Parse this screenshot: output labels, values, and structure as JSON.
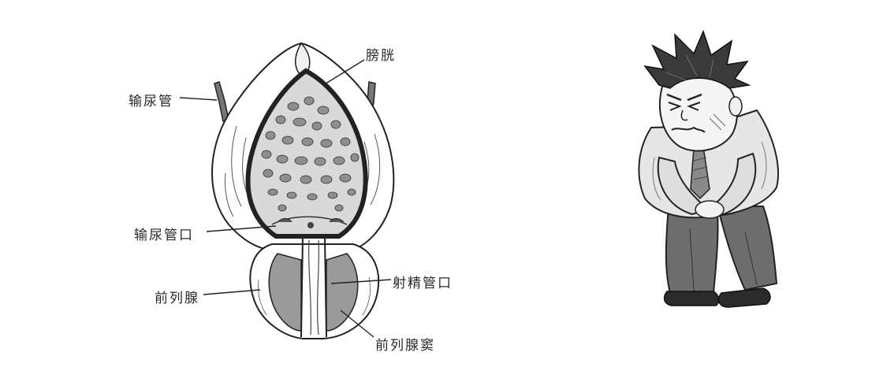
{
  "anatomy": {
    "labels": {
      "bladder": "膀胱",
      "ureter": "输尿管",
      "ureteral_orifice": "输尿管口",
      "prostate": "前列腺",
      "ejaculatory_duct_orifice": "射精管口",
      "prostatic_sinus": "前列腺窦"
    }
  },
  "illustration": {
    "subject": "man-in-pain-holding-abdomen"
  },
  "colors": {
    "line": "#222222",
    "wall": "#6b6b6b",
    "mucosa": "#8f8f8f",
    "prostate_fill": "#9a9a9a",
    "paper": "#ffffff",
    "shirt": "#e6e6e6",
    "trousers": "#6e6e6e",
    "shoes": "#2b2b2b",
    "hair": "#3a3a3a"
  }
}
